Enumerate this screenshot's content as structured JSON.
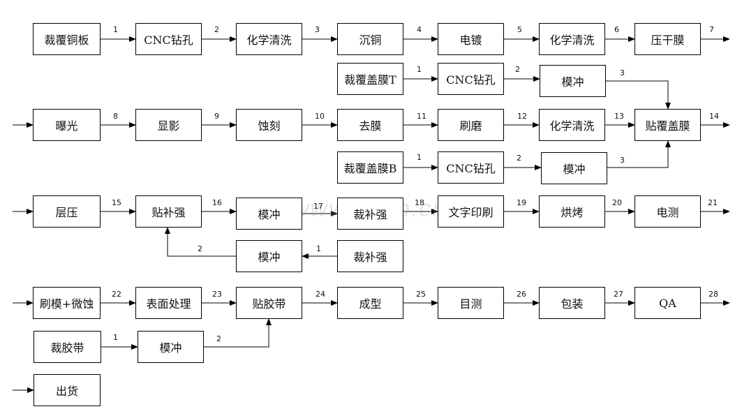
{
  "watermark": "www.dpcb.cn",
  "boxes": {
    "b1": "裁覆铜板",
    "b2": "CNC钻孔",
    "b3": "化学清洗",
    "b4": "沉铜",
    "b5": "电镀",
    "b6": "化学清洗",
    "b7": "压干膜",
    "t1": "裁覆盖膜T",
    "t2": "CNC钻孔",
    "t3": "模冲",
    "c1": "曝光",
    "c2": "显影",
    "c3": "蚀刻",
    "c4": "去膜",
    "c5": "刷磨",
    "c6": "化学清洗",
    "c7": "贴覆盖膜",
    "u1": "裁覆盖膜B",
    "u2": "CNC钻孔",
    "u3": "模冲",
    "d1": "层压",
    "d2": "贴补强",
    "d3": "模冲",
    "d4": "裁补强",
    "d5": "文字印刷",
    "d6": "烘烤",
    "d7": "电测",
    "e1": "模冲",
    "e2": "裁补强",
    "f1": "刷模+微蚀",
    "f2": "表面处理",
    "f3": "贴胶带",
    "f4": "成型",
    "f5": "目测",
    "f6": "包装",
    "f7": "QA",
    "g1": "裁胶带",
    "g2": "模冲",
    "h1": "出货"
  },
  "labels": {
    "n1": "1",
    "n2": "2",
    "n3": "3",
    "n4": "4",
    "n5": "5",
    "n6": "6",
    "n7": "7",
    "t_n1": "1",
    "t_n2": "2",
    "t_n3": "3",
    "n8": "8",
    "n9": "9",
    "n10": "10",
    "n11": "11",
    "n12": "12",
    "n13": "13",
    "n14": "14",
    "u_n1": "1",
    "u_n2": "2",
    "u_n3": "3",
    "n15": "15",
    "n16": "16",
    "n17": "17",
    "n18": "18",
    "n19": "19",
    "n20": "20",
    "n21": "21",
    "e_n1": "1",
    "e_n2": "2",
    "n22": "22",
    "n23": "23",
    "n24": "24",
    "n25": "25",
    "n26": "26",
    "n27": "27",
    "n28": "28",
    "g_n1": "1",
    "g_n2": "2"
  }
}
